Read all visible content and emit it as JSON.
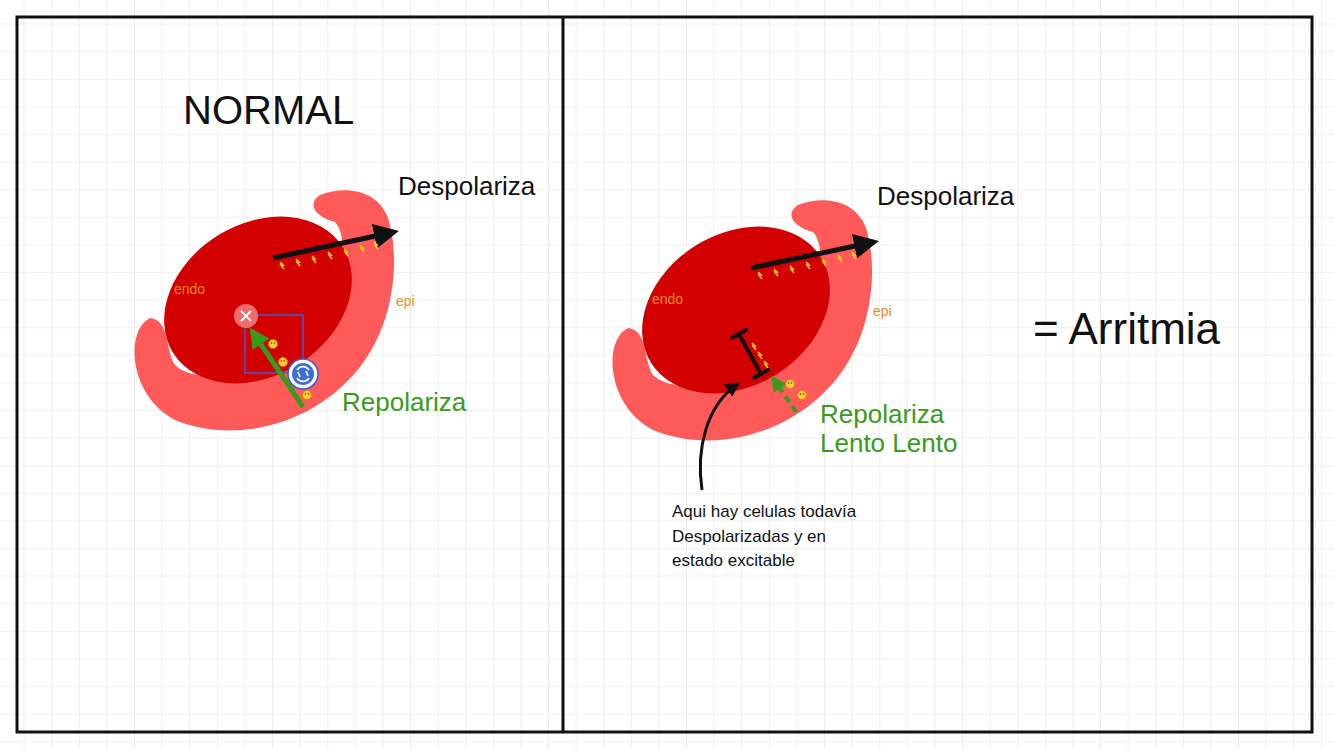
{
  "diagram": {
    "labels": [
      "NORMAL",
      "Despolariza",
      "endo",
      "epi",
      "Repolariza",
      "Despolariza",
      "endo",
      "epi",
      "Repolariza Lento Lento",
      "Aqui hay celulas todavía Despolarizadas y en estado excitable",
      "= Arritmia"
    ]
  }
}
